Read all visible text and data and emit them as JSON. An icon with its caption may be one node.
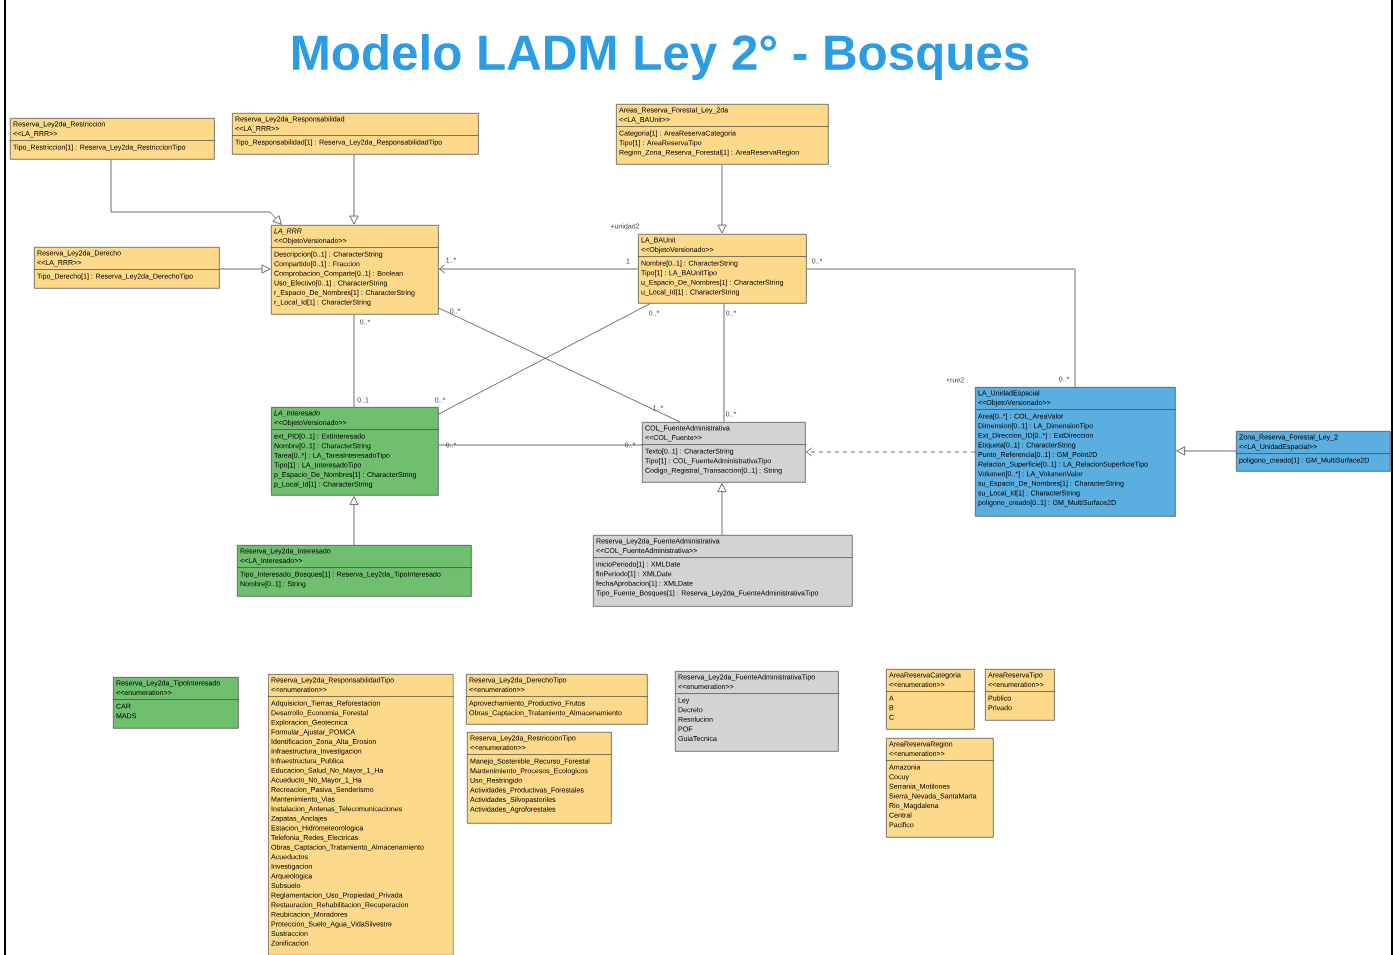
{
  "diagram": {
    "title": "Modelo  LADM Ley 2° - Bosques",
    "nodes": [
      {
        "text": [
          "Reserva_Ley2da_Restriccion",
          "<<LA_RRR>>",
          "Tipo_Restriccion[1] : Reserva_Ley2da_RestriccionTipo"
        ]
      },
      {
        "text": [
          "Reserva_Ley2da_Responsabilidad",
          "<<LA_RRR>>",
          "Tipo_Responsabilidad[1] : Reserva_Ley2da_ResponsabilidadTipo"
        ]
      },
      {
        "text": [
          "Areas_Reserva_Forestal_Ley_2da",
          "<<LA_BAUnit>>",
          "Categoria[1] : AreaReservaCategoria",
          "Tipo[1] : AreaReservaTipo",
          "Region_Zona_Reserva_Forestal[1] : AreaReservaRegion"
        ]
      },
      {
        "text": [
          "Reserva_Ley2da_Derecho",
          "<<LA_RRR>>",
          "Tipo_Derecho[1] : Reserva_Ley2da_DerechoTipo"
        ]
      },
      {
        "text": [
          "LA_RRR",
          "<<ObjetoVersionado>>",
          "Descripcion[0..1] : CharacterString",
          "Compartido[0..1] : Fraccion",
          "Comprobacion_Comparte[0..1] : Boolean",
          "Uso_Efectivo[0..1] : CharacterString",
          "r_Espacio_De_Nombres[1] : CharacterString",
          "r_Local_Id[1] : CharacterString"
        ]
      },
      {
        "text": [
          "LA_BAUnit",
          "<<ObjetoVersionado>>",
          "Nombre[0..1] : CharacterString",
          "Tipo[1] : LA_BAUnitTipo",
          "u_Espacio_De_Nombres[1] : CharacterString",
          "u_Local_Id[1] : CharacterString"
        ]
      },
      {
        "text": [
          "LA_Interesado",
          "<<ObjetoVersionado>>",
          "ext_PID[0..1] : ExtInteresado",
          "Nombre[0..1] : CharacterString",
          "Tarea[0..*] : LA_TareaInteresadoTipo",
          "Tipo[1] : LA_InteresadoTipo",
          "p_Espacio_De_Nombres[1] : CharacterString",
          "p_Local_Id[1] : CharacterString"
        ]
      },
      {
        "text": [
          "COL_FuenteAdministrativa",
          "<<COL_Fuente>>",
          "Texto[0..1] : CharacterString",
          "Tipo[1] : COL_FuenteAdministrativaTipo",
          "Codigo_Registral_Transaccion[0..1] : String"
        ]
      },
      {
        "text": [
          "LA_UnidadEspacial",
          "<<ObjetoVersionado>>",
          "Area[0..*] : COL_AreaValor",
          "Dimension[0..1] : LA_DimensionTipo",
          "Ext_Direccion_ID[0..*] : ExtDireccion",
          "Etiqueta[0..1] : CharacterString",
          "Punto_Referencia[0..1] : GM_Point2D",
          "Relacion_Superficie[0..1] : LA_RelacionSuperficieTipo",
          "Volumen[0..*] : LA_VolumenValor",
          "su_Espacio_De_Nombres[1] : CharacterString",
          "su_Local_Id[1] : CharacterString",
          "poligono_creado[0..1] : GM_MultiSurface2D"
        ]
      },
      {
        "text": [
          "Zona_Reserva_Forestal_Ley_2",
          "<<LA_UnidadEspacial>>",
          "poligono_creado[1] : GM_MultiSurface2D"
        ]
      },
      {
        "text": [
          "Reserva_Ley2da_Interesado",
          "<<LA_Interesado>>",
          "Tipo_Interesado_Bosques[1] : Reserva_Ley2da_TipoInteresado",
          "Nombre[0..1] : String"
        ]
      },
      {
        "text": [
          "Reserva_Ley2da_FuenteAdministrativa",
          "<<COL_FuenteAdministrativa>>",
          "inicioPeriodo[1] : XMLDate",
          "finPeriodo[1] : XMLDate",
          "fechaAprobacion[1] : XMLDate",
          "Tipo_Fuente_Bosques[1] : Reserva_Ley2da_FuenteAdministrativaTipo"
        ]
      },
      {
        "text": [
          "Reserva_Ley2da_TipoInteresado",
          "<<enumeration>>",
          "CAR",
          "MADS"
        ]
      },
      {
        "text": [
          "Reserva_Ley2da_ResponsabilidadTipo",
          "<<enumeration>>",
          "Adquisicion_Tierras_Reforestacion",
          "Desarrollo_Economia_Forestal",
          "Exploracion_Geotecnica",
          "Formular_Ajustar_POMCA",
          "Identificacion_Zona_Alta_Erosion",
          "Infraestructura_Investigacion",
          "Infraestructura_Publica",
          "Educacion_Salud_No_Mayor_1_Ha",
          "Acueducto_No_Mayor_1_Ha",
          "Recreacion_Pasiva_Senderismo",
          "Mantenimiento_Vias",
          "Instalacion_Antenas_Telecomunicaciones",
          "Zapatas_Anclajes",
          "Estacion_Hidrometeorologica",
          "Telefonia_Redes_Electricas",
          "Obras_Captacion_Tratamiento_Almacenamiento",
          "Acueductos",
          "Investigacion",
          "Arqueologica",
          "Subsuelo",
          "Reglamentacion_Uso_Propiedad_Privada",
          "Restauracion_Rehabilitacion_Recuperacion",
          "Reubicacion_Moradores",
          "Proteccion_Suelo_Agua_VidaSilvestre",
          "Sustraccion",
          "Zonificacion"
        ]
      },
      {
        "text": [
          "Reserva_Ley2da_DerechoTipo",
          "<<enumeration>>",
          "Aprovechamiento_Productivo_Frutos",
          "Obras_Captacion_Tratamiento_Almacenamiento"
        ]
      },
      {
        "text": [
          "Reserva_Ley2da_RestriccionTipo",
          "<<enumeration>>",
          "Manejo_Sostenible_Recurso_Forestal",
          "Mantenimiento_Procesos_Ecologicos",
          "Uso_Restringido",
          "Actividades_Productivas_Forestales",
          "Actividades_Silvopastoriles",
          "Actividades_Agroforestales"
        ]
      },
      {
        "text": [
          "Reserva_Ley2da_FuenteAdministrativaTipo",
          "<<enumeration>>",
          "Ley",
          "Decreto",
          "Resolucion",
          "POF",
          "GuiaTecnica"
        ]
      },
      {
        "text": [
          "AreaReservaCategoria",
          "<<enumeration>>",
          "A",
          "B",
          "C"
        ]
      },
      {
        "text": [
          "AreaReservaTipo",
          "<<enumeration>>",
          "Publico",
          "Privado"
        ]
      },
      {
        "text": [
          "AreaReservaRegion",
          "<<enumeration>>",
          "Amazonia",
          "Cocuy",
          "Serrania_Motilones",
          "Sierra_Nevada_SantaMarta",
          "Rio_Magdalena",
          "Central",
          "Pacifico"
        ]
      }
    ],
    "edges": [
      {
        "from": 0,
        "to": 4,
        "arrow": "to"
      },
      {
        "from": 1,
        "to": 4,
        "arrow": "to"
      },
      {
        "from": 2,
        "to": 5,
        "arrow": "to"
      },
      {
        "from": 3,
        "to": 4,
        "arrow": "to"
      },
      {
        "from": 5,
        "to": 4,
        "arrow": "to"
      },
      {
        "from": 4,
        "to": 6,
        "arrow": "none"
      },
      {
        "from": 4,
        "to": 7,
        "arrow": "none"
      },
      {
        "from": 5,
        "to": 6,
        "arrow": "none"
      },
      {
        "from": 5,
        "to": 7,
        "arrow": "none"
      },
      {
        "from": 5,
        "to": 8,
        "arrow": "none"
      },
      {
        "from": 6,
        "to": 7,
        "arrow": "none"
      },
      {
        "from": 8,
        "to": 7,
        "arrow": "to",
        "style": "dashed"
      },
      {
        "from": 9,
        "to": 8,
        "arrow": "to"
      },
      {
        "from": 10,
        "to": 6,
        "arrow": "to"
      },
      {
        "from": 11,
        "to": 7,
        "arrow": "to"
      }
    ],
    "labels": [
      "+unidad2",
      "1..*",
      "1",
      "0..*",
      "0..*",
      "0..*",
      "0..*",
      "0..*",
      "+rue2",
      "0..*",
      "0..1",
      "0..*",
      "1..*",
      "0..*",
      "0..*",
      "0..*"
    ]
  }
}
